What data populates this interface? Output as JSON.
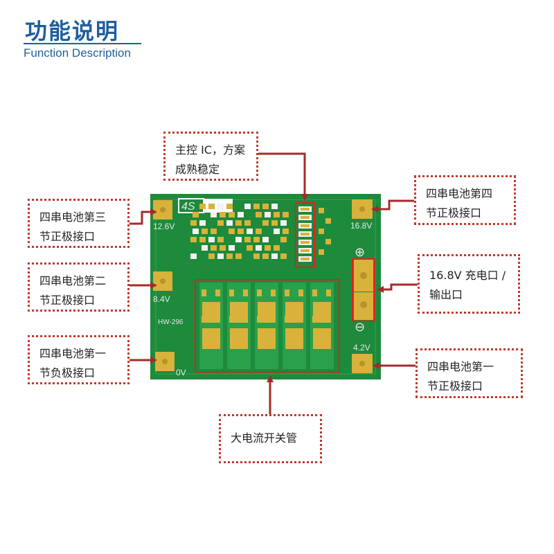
{
  "header": {
    "title": "功能说明",
    "subtitle": "Function Description"
  },
  "callouts": {
    "main_ic": [
      "主控 IC，方案",
      "成熟稳定"
    ],
    "cell3_pos": [
      "四串电池第三",
      "节正极接口"
    ],
    "cell2_pos": [
      "四串电池第二",
      "节正极接口"
    ],
    "cell1_neg": [
      "四串电池第一",
      "节负极接口"
    ],
    "cell4_pos": [
      "四串电池第四",
      "节正极接口"
    ],
    "charge_port": [
      "16.8V 充电口 /",
      "输出口"
    ],
    "cell1_pos": [
      "四串电池第一",
      "节正极接口"
    ],
    "mosfet": [
      "大电流开关管"
    ]
  },
  "board": {
    "model_label": "4S",
    "pad_12v6": "12.6V",
    "pad_8v4": "8.4V",
    "pad_0v": "0V",
    "pad_16v8": "16.8V",
    "pad_4v2": "4.2V",
    "part_no": "HW-296",
    "plus_symbol": "⊕",
    "minus_symbol": "⊖"
  },
  "colors": {
    "accent": "#1f5e9e",
    "callout_border": "#c0392b",
    "pcb_green": "#1d8a3c",
    "pad_gold": "#d8b23a"
  }
}
